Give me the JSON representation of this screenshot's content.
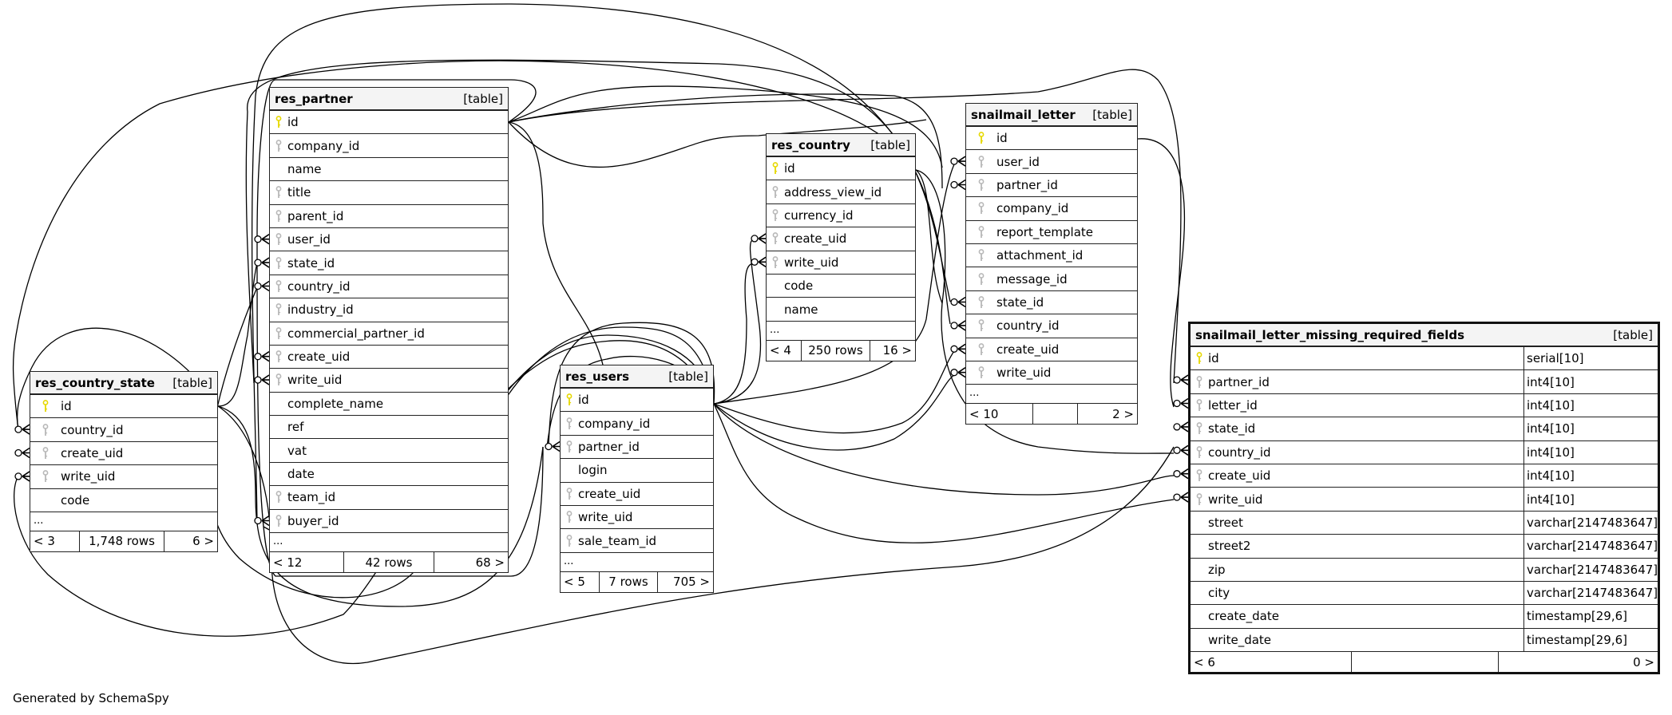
{
  "diagram": {
    "type": "er-diagram",
    "credit": "Generated by SchemaSpy",
    "colors": {
      "primary_key": "#e6d800",
      "foreign_key": "#b8b8b8",
      "header_bg": "#f4f4f4",
      "line": "#000000"
    },
    "tables": {
      "res_country_state": {
        "name": "res_country_state",
        "kind": "[table]",
        "columns": [
          {
            "name": "id",
            "key": "primary"
          },
          {
            "name": "country_id",
            "key": "foreign"
          },
          {
            "name": "create_uid",
            "key": "foreign"
          },
          {
            "name": "write_uid",
            "key": "foreign"
          },
          {
            "name": "code",
            "key": "none"
          }
        ],
        "more": "...",
        "footer": {
          "parents": "< 3",
          "rows": "1,748 rows",
          "children": "6 >"
        }
      },
      "res_partner": {
        "name": "res_partner",
        "kind": "[table]",
        "columns": [
          {
            "name": "id",
            "key": "primary"
          },
          {
            "name": "company_id",
            "key": "foreign"
          },
          {
            "name": "name",
            "key": "none"
          },
          {
            "name": "title",
            "key": "foreign"
          },
          {
            "name": "parent_id",
            "key": "foreign"
          },
          {
            "name": "user_id",
            "key": "foreign"
          },
          {
            "name": "state_id",
            "key": "foreign"
          },
          {
            "name": "country_id",
            "key": "foreign"
          },
          {
            "name": "industry_id",
            "key": "foreign"
          },
          {
            "name": "commercial_partner_id",
            "key": "foreign"
          },
          {
            "name": "create_uid",
            "key": "foreign"
          },
          {
            "name": "write_uid",
            "key": "foreign"
          },
          {
            "name": "complete_name",
            "key": "none"
          },
          {
            "name": "ref",
            "key": "none"
          },
          {
            "name": "vat",
            "key": "none"
          },
          {
            "name": "date",
            "key": "none"
          },
          {
            "name": "team_id",
            "key": "foreign"
          },
          {
            "name": "buyer_id",
            "key": "foreign"
          }
        ],
        "more": "...",
        "footer": {
          "parents": "< 12",
          "rows": "42 rows",
          "children": "68 >"
        }
      },
      "res_users": {
        "name": "res_users",
        "kind": "[table]",
        "columns": [
          {
            "name": "id",
            "key": "primary"
          },
          {
            "name": "company_id",
            "key": "foreign"
          },
          {
            "name": "partner_id",
            "key": "foreign"
          },
          {
            "name": "login",
            "key": "none"
          },
          {
            "name": "create_uid",
            "key": "foreign"
          },
          {
            "name": "write_uid",
            "key": "foreign"
          },
          {
            "name": "sale_team_id",
            "key": "foreign"
          }
        ],
        "more": "...",
        "footer": {
          "parents": "< 5",
          "rows": "7 rows",
          "children": "705 >"
        }
      },
      "res_country": {
        "name": "res_country",
        "kind": "[table]",
        "columns": [
          {
            "name": "id",
            "key": "primary"
          },
          {
            "name": "address_view_id",
            "key": "foreign"
          },
          {
            "name": "currency_id",
            "key": "foreign"
          },
          {
            "name": "create_uid",
            "key": "foreign"
          },
          {
            "name": "write_uid",
            "key": "foreign"
          },
          {
            "name": "code",
            "key": "none"
          },
          {
            "name": "name",
            "key": "none"
          }
        ],
        "more": "...",
        "footer": {
          "parents": "< 4",
          "rows": "250 rows",
          "children": "16 >"
        }
      },
      "snailmail_letter": {
        "name": "snailmail_letter",
        "kind": "[table]",
        "columns": [
          {
            "name": "id",
            "key": "primary"
          },
          {
            "name": "user_id",
            "key": "foreign"
          },
          {
            "name": "partner_id",
            "key": "foreign"
          },
          {
            "name": "company_id",
            "key": "foreign"
          },
          {
            "name": "report_template",
            "key": "foreign"
          },
          {
            "name": "attachment_id",
            "key": "foreign"
          },
          {
            "name": "message_id",
            "key": "foreign"
          },
          {
            "name": "state_id",
            "key": "foreign"
          },
          {
            "name": "country_id",
            "key": "foreign"
          },
          {
            "name": "create_uid",
            "key": "foreign"
          },
          {
            "name": "write_uid",
            "key": "foreign"
          }
        ],
        "more": "...",
        "footer": {
          "parents": "< 10",
          "rows": "",
          "children": "2 >"
        }
      },
      "snailmail_letter_missing_required_fields": {
        "name": "snailmail_letter_missing_required_fields",
        "kind": "[table]",
        "columns": [
          {
            "name": "id",
            "key": "primary",
            "type": "serial[10]"
          },
          {
            "name": "partner_id",
            "key": "foreign",
            "type": "int4[10]"
          },
          {
            "name": "letter_id",
            "key": "foreign",
            "type": "int4[10]"
          },
          {
            "name": "state_id",
            "key": "foreign",
            "type": "int4[10]"
          },
          {
            "name": "country_id",
            "key": "foreign",
            "type": "int4[10]"
          },
          {
            "name": "create_uid",
            "key": "foreign",
            "type": "int4[10]"
          },
          {
            "name": "write_uid",
            "key": "foreign",
            "type": "int4[10]"
          },
          {
            "name": "street",
            "key": "none",
            "type": "varchar[2147483647]"
          },
          {
            "name": "street2",
            "key": "none",
            "type": "varchar[2147483647]"
          },
          {
            "name": "zip",
            "key": "none",
            "type": "varchar[2147483647]"
          },
          {
            "name": "city",
            "key": "none",
            "type": "varchar[2147483647]"
          },
          {
            "name": "create_date",
            "key": "none",
            "type": "timestamp[29,6]"
          },
          {
            "name": "write_date",
            "key": "none",
            "type": "timestamp[29,6]"
          }
        ],
        "footer": {
          "parents": "< 6",
          "rows": "",
          "children": "0 >"
        }
      }
    },
    "relationships": [
      {
        "from": "res_country_state.country_id",
        "to": "res_country.id"
      },
      {
        "from": "res_country_state.create_uid",
        "to": "res_users.id"
      },
      {
        "from": "res_country_state.write_uid",
        "to": "res_users.id"
      },
      {
        "from": "res_partner.user_id",
        "to": "res_users.id"
      },
      {
        "from": "res_partner.state_id",
        "to": "res_country_state.id"
      },
      {
        "from": "res_partner.country_id",
        "to": "res_country.id"
      },
      {
        "from": "res_partner.create_uid",
        "to": "res_users.id"
      },
      {
        "from": "res_partner.write_uid",
        "to": "res_users.id"
      },
      {
        "from": "res_partner.buyer_id",
        "to": "res_users.id"
      },
      {
        "from": "res_users.partner_id",
        "to": "res_partner.id"
      },
      {
        "from": "res_country.create_uid",
        "to": "res_users.id"
      },
      {
        "from": "res_country.write_uid",
        "to": "res_users.id"
      },
      {
        "from": "snailmail_letter.user_id",
        "to": "res_users.id"
      },
      {
        "from": "snailmail_letter.partner_id",
        "to": "res_partner.id"
      },
      {
        "from": "snailmail_letter.state_id",
        "to": "res_country_state.id"
      },
      {
        "from": "snailmail_letter.country_id",
        "to": "res_country.id"
      },
      {
        "from": "snailmail_letter.create_uid",
        "to": "res_users.id"
      },
      {
        "from": "snailmail_letter.write_uid",
        "to": "res_users.id"
      },
      {
        "from": "snailmail_letter_missing_required_fields.partner_id",
        "to": "res_partner.id"
      },
      {
        "from": "snailmail_letter_missing_required_fields.letter_id",
        "to": "snailmail_letter.id"
      },
      {
        "from": "snailmail_letter_missing_required_fields.state_id",
        "to": "res_country_state.id"
      },
      {
        "from": "snailmail_letter_missing_required_fields.country_id",
        "to": "res_country.id"
      },
      {
        "from": "snailmail_letter_missing_required_fields.create_uid",
        "to": "res_users.id"
      },
      {
        "from": "snailmail_letter_missing_required_fields.write_uid",
        "to": "res_users.id"
      }
    ]
  }
}
